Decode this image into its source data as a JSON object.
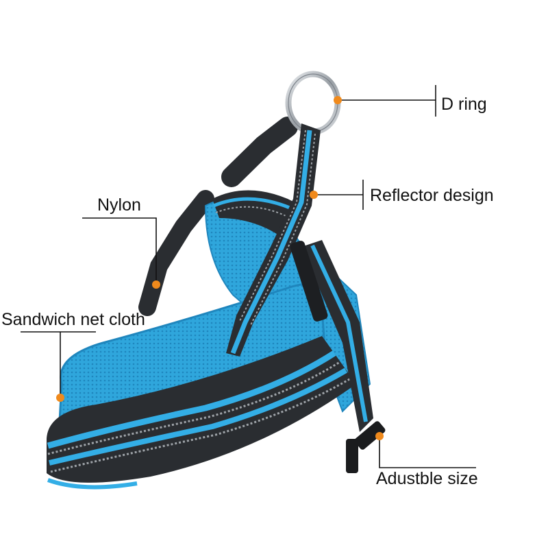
{
  "image": {
    "subject": "dog harness",
    "colors": {
      "background": "#ffffff",
      "padding_blue": "#2fa6dc",
      "padding_blue_dark": "#1f86bd",
      "webbing_black": "#2a2d31",
      "reflective_stripe": "#9ea3a8",
      "blue_stripe": "#33aee6",
      "callout_dot": "#f08a1c",
      "callout_line": "#111111",
      "metal_ring": "#b9bec4"
    }
  },
  "callouts": {
    "d_ring": "D ring",
    "reflector": "Reflector design",
    "nylon": "Nylon",
    "sandwich": "Sandwich net cloth",
    "adjustable": "Adustble size"
  }
}
